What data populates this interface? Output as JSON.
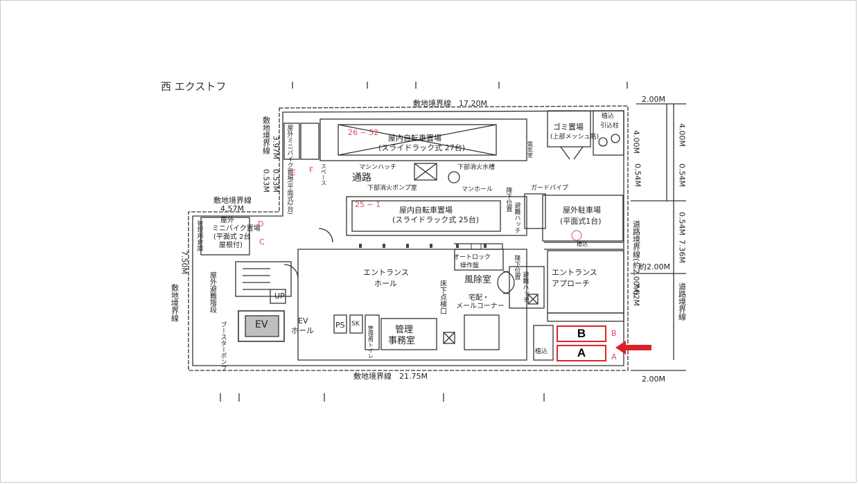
{
  "header_note": "西 エクストフ",
  "boundary": {
    "top": "敷地境界線　17.20M",
    "bottom": "敷地境界線　21.75M",
    "left_upper": "敷地境界線",
    "left_upper_dim": "3.97M",
    "left_mid": "敷地境界線",
    "left_mid_dim": "4.57M",
    "left_lower": "敷地境界線",
    "left_lower_dim": "7.50M",
    "right": "道路境界線",
    "road": "道路境界線(約2.00M)"
  },
  "dims": {
    "tr": "2.00M",
    "br": "2.00M",
    "r1": "4.00M",
    "r2": "4.00M",
    "r3": "0.54M",
    "r4": "0.54M",
    "r5": "0.54M",
    "r6": "7.36M",
    "r7": "7.62M",
    "r8": "約2.00M",
    "l1": "0.53M",
    "l2": "0.53M"
  },
  "rooms": {
    "bike_top_title": "屋内自転車置場",
    "bike_top_sub": "(スライドラック式 27台)",
    "bike_top_note": "26 ∼ 52",
    "bike_mid_title": "屋内自転車置場",
    "bike_mid_sub": "(スライドラック式 25台)",
    "bike_mid_note": "25 ∼ 1",
    "passage": "通路",
    "machine_hatch": "マシンハッチ",
    "pump": "下部消火ポンプ室",
    "tank": "下部消火水槽",
    "manhole": "マンホール",
    "garbage": "ゴミ置場",
    "garbage_sub": "(上部メッシュ貼)",
    "planting_top": "植込",
    "intake": "引込柱",
    "guard_pipe": "ガードパイプ",
    "parking": "屋外駐車場",
    "parking_sub": "(平面式1台)",
    "parking_note": "①",
    "planting_mid": "植込",
    "entrance_approach": "エントランス",
    "entrance_approach2": "アプローチ",
    "entrance_hall": "エントランス",
    "entrance_hall2": "ホール",
    "windbreak": "風除室",
    "autolock": "オートロック",
    "autolock2": "操作盤",
    "delivery": "宅配・",
    "delivery2": "メールコーナー",
    "floor_check": "床下点検口",
    "ev": "EV",
    "ev_hall": "EV",
    "ev_hall2": "ホール",
    "ps": "PS",
    "sk": "SK",
    "mgmt": "管理",
    "mgmt2": "事務室",
    "mgmt_toilet": "管理用トイレ",
    "up": "UP",
    "stairs": "屋外避難階段",
    "booster": "ブースターポンプ",
    "outdoor_minibike": "屋外",
    "minibike": "ミニバイク置場",
    "minibike_sub": "(平面式 2台",
    "minibike_sub2": "屋根付)",
    "mgmt_store": "管理用倉庫",
    "mini_bike_2": "屋外ミニバイク置場(平面式2台)",
    "space": "スペース",
    "electrical": "電気室",
    "evac_hatch": "避難ハッチ",
    "evac_hatch2": "避難ハッチ",
    "lower_pos": "降下位置",
    "lower_pos2": "降下位置",
    "letters_c": "C",
    "letters_d": "D",
    "letters_e": "E",
    "letters_f": "F",
    "letters_a": "A",
    "letters_b": "B",
    "planting_bot": "植込"
  },
  "callout": {
    "box_b": "B",
    "box_a": "A",
    "arrow_color": "#d9232a"
  }
}
